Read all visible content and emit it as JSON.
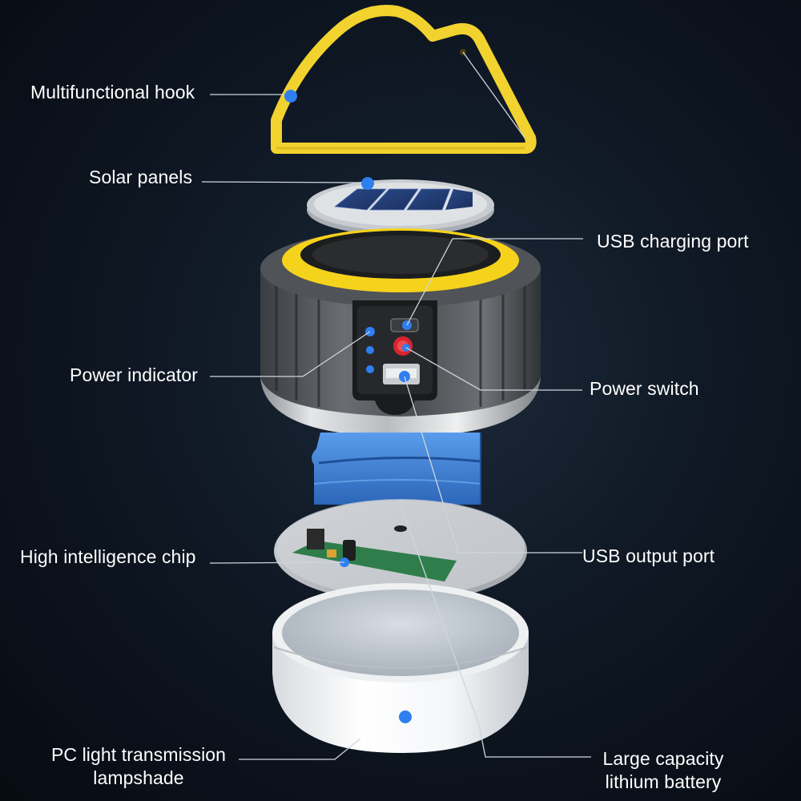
{
  "labels": {
    "hook": "Multifunctional hook",
    "solar": "Solar panels",
    "usb_charging": "USB charging port",
    "power_indicator": "Power indicator",
    "power_switch": "Power switch",
    "chip": "High intelligence chip",
    "usb_output": "USB output port",
    "lampshade_line1": "PC light transmission",
    "lampshade_line2": "lampshade",
    "battery_line1": "Large capacity",
    "battery_line2": "lithium battery"
  },
  "colors": {
    "background": "#0f1824",
    "hook_yellow": "#f2d22e",
    "ring_yellow": "#f5d21c",
    "battery_blue": "#3a7fd6",
    "marker_blue": "#2e7ff0",
    "switch_red": "#d8252f",
    "pcb_green": "#2f7d4b",
    "label_text": "#ffffff",
    "leader_line": "#cfd6de"
  }
}
